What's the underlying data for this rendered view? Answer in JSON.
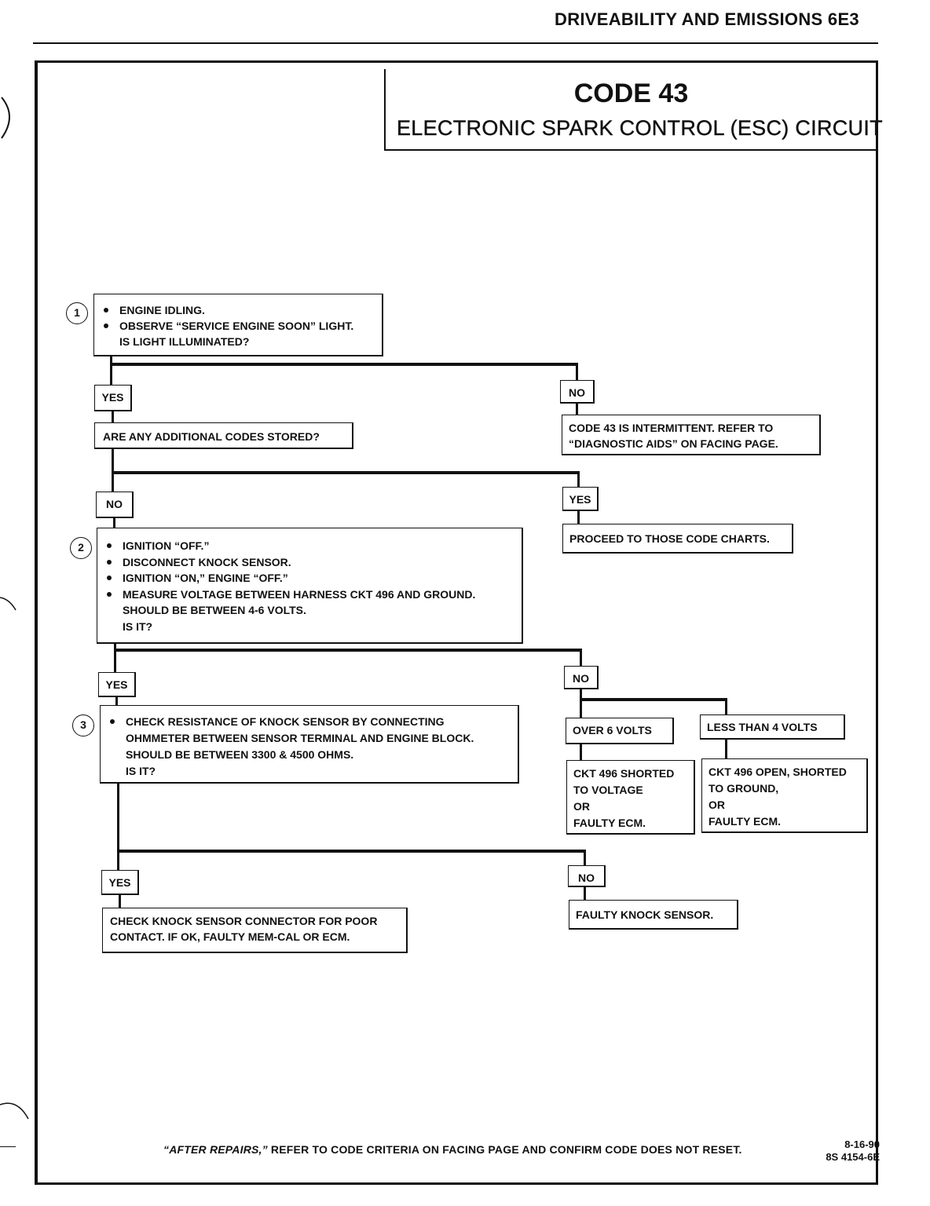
{
  "header": {
    "section": "DRIVEABILITY AND EMISSIONS  6E3"
  },
  "title": {
    "code": "CODE 43",
    "circuit": "ELECTRONIC SPARK CONTROL (ESC) CIRCUIT"
  },
  "steps": {
    "s1": {
      "number": "1",
      "bullets": [
        "ENGINE IDLING.",
        "OBSERVE “SERVICE ENGINE SOON” LIGHT."
      ],
      "question": "IS LIGHT ILLUMINATED?"
    },
    "s2": {
      "number": "2",
      "bullets": [
        "IGNITION “OFF.”",
        "DISCONNECT KNOCK SENSOR.",
        "IGNITION “ON,”  ENGINE “OFF.”",
        "MEASURE VOLTAGE BETWEEN HARNESS CKT 496 AND GROUND."
      ],
      "extra": "SHOULD BE BETWEEN 4-6 VOLTS.",
      "question": "IS IT?"
    },
    "s3": {
      "number": "3",
      "bullets": [
        "CHECK RESISTANCE OF KNOCK SENSOR BY CONNECTING"
      ],
      "cont": [
        "OHMMETER BETWEEN SENSOR TERMINAL AND ENGINE BLOCK.",
        "SHOULD BE BETWEEN 3300 & 4500 OHMS."
      ],
      "question": "IS IT?"
    }
  },
  "labels": {
    "yes": "YES",
    "no": "NO",
    "over6": "OVER 6 VOLTS",
    "less4": "LESS THAN 4 VOLTS"
  },
  "outcomes": {
    "additional_codes": "ARE ANY ADDITIONAL CODES STORED?",
    "intermittent": [
      "CODE 43 IS INTERMITTENT.  REFER TO",
      "“DIAGNOSTIC AIDS” ON FACING PAGE."
    ],
    "proceed": "PROCEED TO THOSE CODE CHARTS.",
    "shorted_voltage": [
      "CKT 496 SHORTED",
      "TO VOLTAGE",
      "OR",
      "FAULTY ECM."
    ],
    "open_ground": [
      "CKT 496 OPEN, SHORTED",
      "TO GROUND,",
      "OR",
      "FAULTY ECM."
    ],
    "check_connector": [
      "CHECK KNOCK SENSOR CONNECTOR FOR POOR",
      "CONTACT.  IF OK, FAULTY MEM-CAL OR ECM."
    ],
    "faulty_sensor": "FAULTY KNOCK SENSOR."
  },
  "footer": {
    "after_repairs": "“AFTER REPAIRS,”",
    "instruction": " REFER TO CODE CRITERIA ON FACING PAGE AND CONFIRM CODE DOES NOT RESET.",
    "date": "8-16-90",
    "doc_number": "8S 4154-6E"
  }
}
